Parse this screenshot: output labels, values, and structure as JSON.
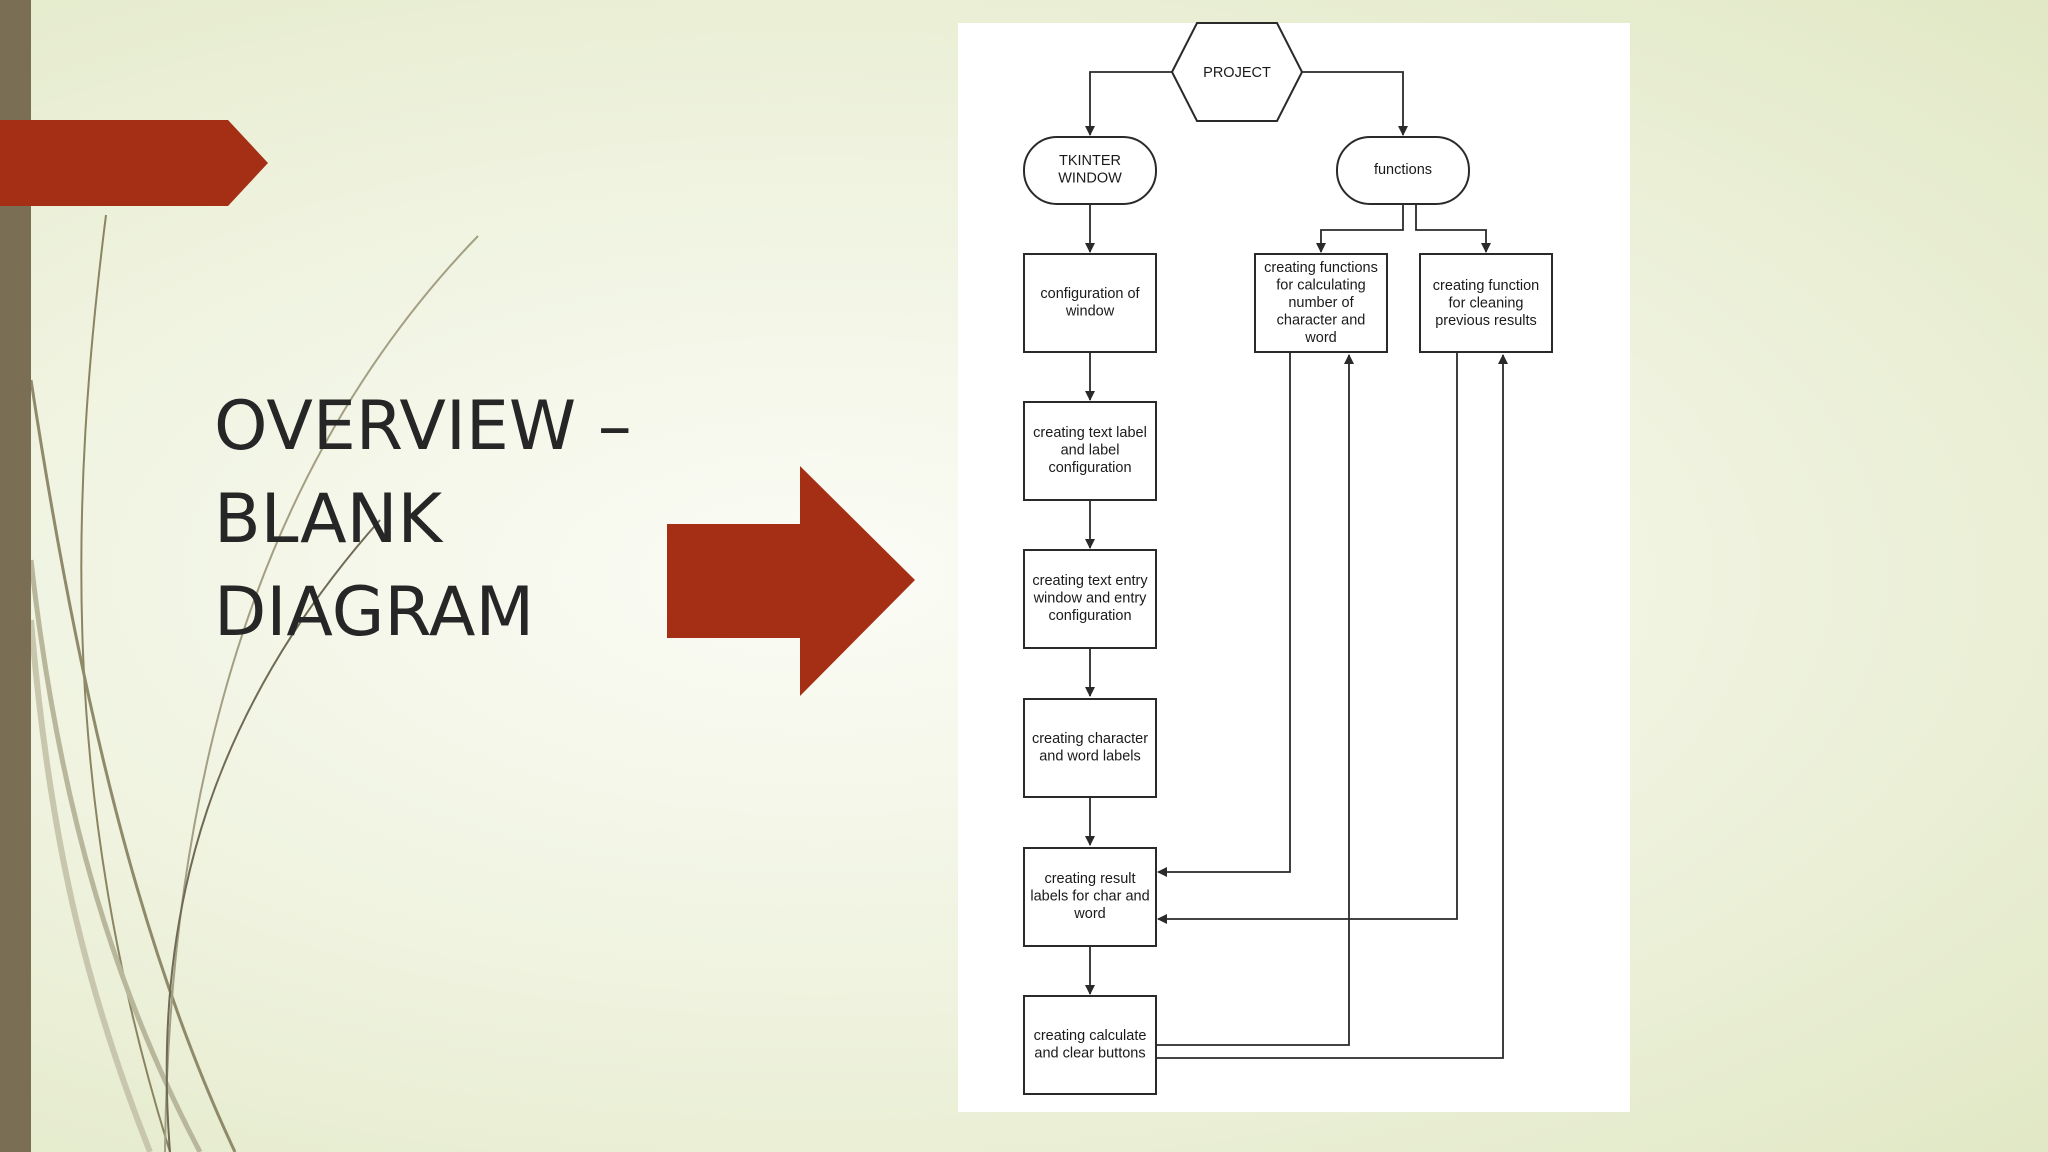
{
  "slide": {
    "title": "OVERVIEW –\nBLANK\nDIAGRAM",
    "colors": {
      "accent": "#a52f14",
      "sidebar": "#7a6f55",
      "curve": "#8a8462"
    }
  },
  "diagram": {
    "root": "PROJECT",
    "branches": {
      "left": "TKINTER\nWINDOW",
      "right": "functions"
    },
    "left_steps": [
      "configuration of\nwindow",
      "creating text label\nand label\nconfiguration",
      "creating text entry\nwindow and entry\nconfiguration",
      "creating character\nand word labels",
      "creating result\nlabels for char and\nword",
      "creating calculate\nand clear buttons"
    ],
    "right_steps": [
      "creating functions\nfor calculating\nnumber of\ncharacter and\nword",
      "creating function\nfor cleaning\nprevious results"
    ]
  }
}
